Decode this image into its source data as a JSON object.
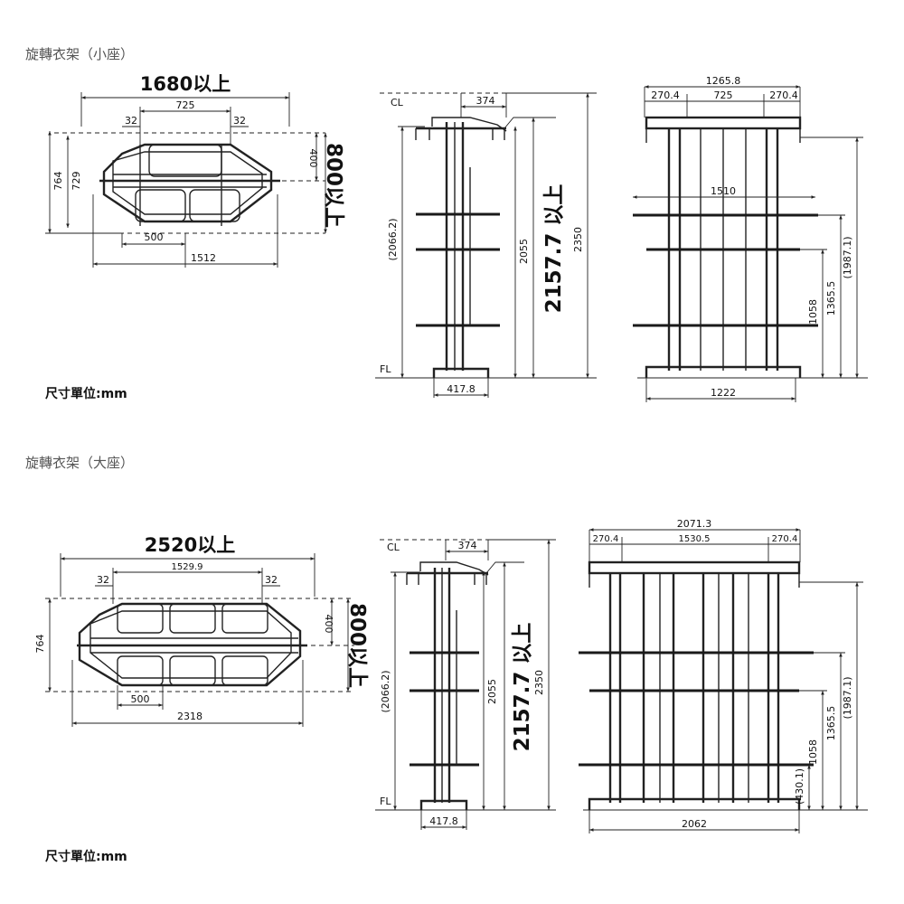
{
  "small": {
    "title": "旋轉衣架（小座）",
    "unit": "尺寸單位:mm",
    "plan": {
      "overall": "1680以上",
      "inner": "725",
      "side_l": "32",
      "side_r": "32",
      "depth": "764",
      "depth_inner": "729",
      "half": "400",
      "clear": "800以上",
      "module": "500",
      "length": "1512"
    },
    "side": {
      "cl": "CL",
      "fl": "FL",
      "offset": "374",
      "height_bar": "(2066.2)",
      "height_mid": "2055",
      "clear_h": "2157.7 以上",
      "total_h": "2350",
      "base": "417.8"
    },
    "front": {
      "top": "1265.8",
      "seg_l": "270.4",
      "seg_m": "725",
      "seg_r": "270.4",
      "bar_w": "1510",
      "h_low": "1058",
      "h_mid": "1365.5",
      "h_top": "(1987.1)",
      "base": "1222"
    }
  },
  "large": {
    "title": "旋轉衣架（大座）",
    "unit": "尺寸單位:mm",
    "plan": {
      "overall": "2520以上",
      "inner": "1529.9",
      "side_l": "32",
      "side_r": "32",
      "depth": "764",
      "half": "400",
      "clear": "800以上",
      "module": "500",
      "length": "2318"
    },
    "side": {
      "cl": "CL",
      "fl": "FL",
      "offset": "374",
      "height_bar": "(2066.2)",
      "height_mid": "2055",
      "clear_h": "2157.7 以上",
      "total_h": "2350",
      "base": "417.8"
    },
    "front": {
      "top": "2071.3",
      "seg_l": "270.4",
      "seg_m": "1530.5",
      "seg_r": "270.4",
      "h_low": "1058",
      "h_mid": "1365.5",
      "h_top": "(1987.1)",
      "h_base": "(430.1)",
      "base": "2062"
    }
  }
}
